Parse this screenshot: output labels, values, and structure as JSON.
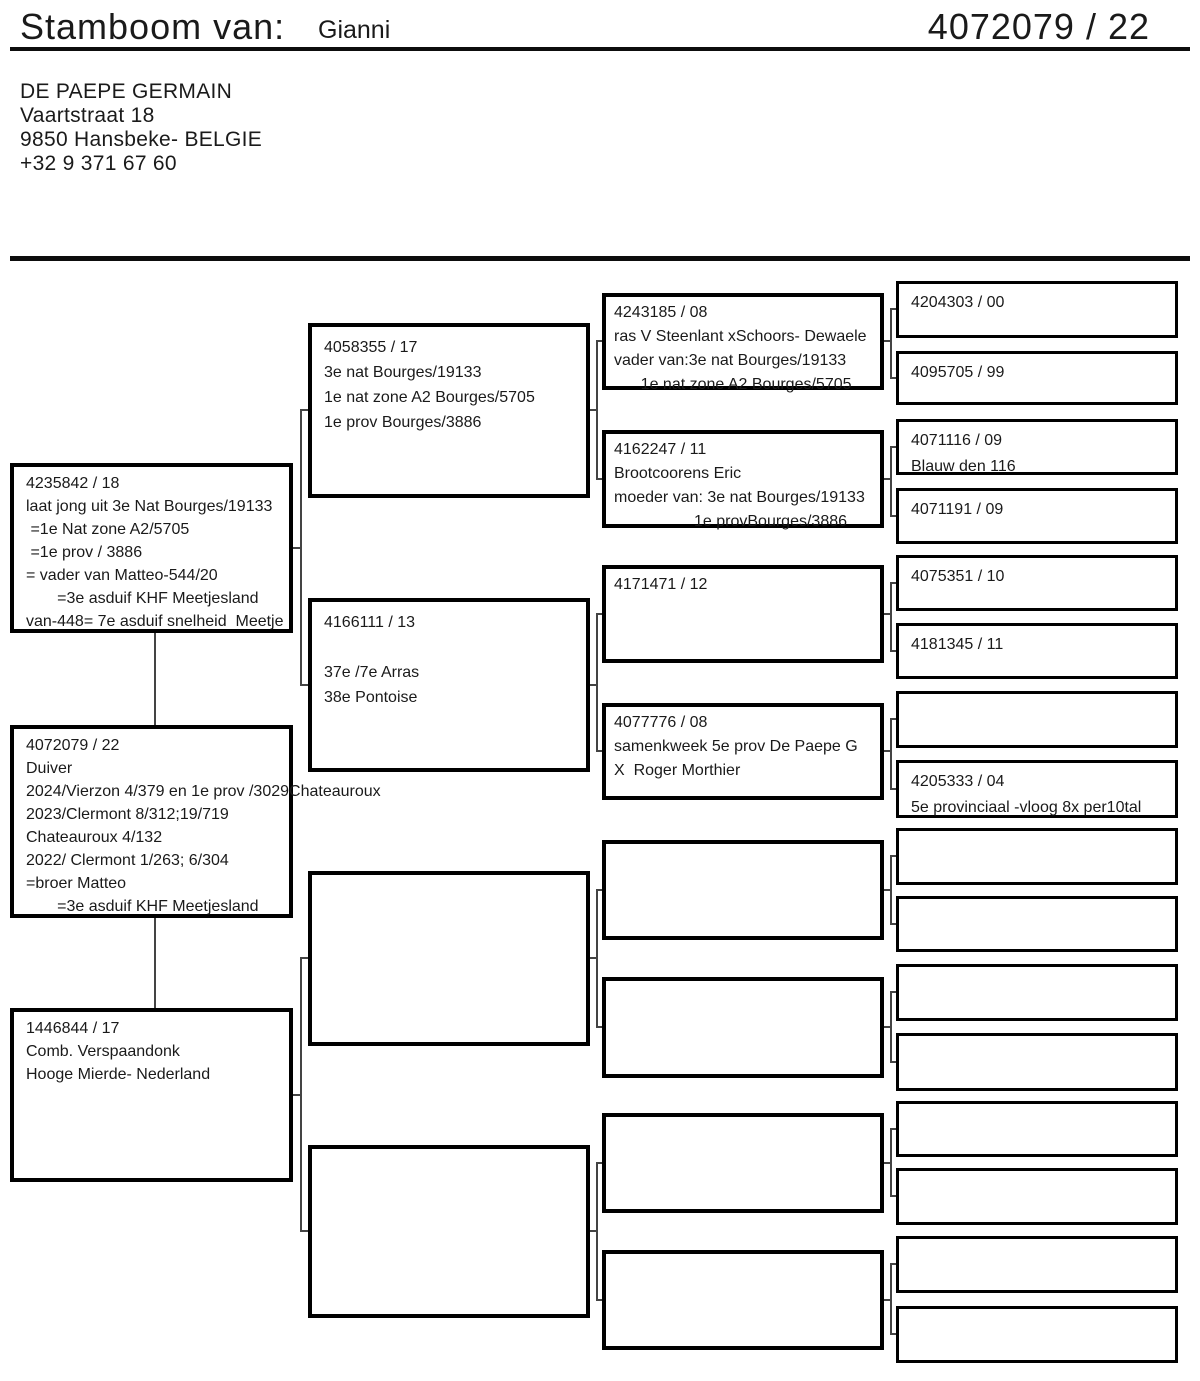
{
  "header": {
    "title": "Stamboom van:",
    "subject_name": "Gianni",
    "ring_number": "4072079 / 22",
    "owner": {
      "name": "DE PAEPE GERMAIN",
      "street": "Vaartstraat 18",
      "city": "9850 Hansbeke- BELGIE",
      "phone": "+32 9 371 67 60"
    }
  },
  "tree": {
    "boxes": {
      "subject": {
        "role": "subject pigeon",
        "lines": [
          "4072079 / 22",
          "Duiver",
          "2024/Vierzon 4/379 en 1e prov /3029Chateauroux",
          "2023/Clermont 8/312;19/719",
          "Chateauroux 4/132",
          "2022/ Clermont 1/263; 6/304",
          "=broer Matteo",
          "       =3e asduif KHF Meetjesland"
        ]
      },
      "sire": {
        "role": "father",
        "lines": [
          "4235842 / 18",
          "laat jong uit 3e Nat Bourges/19133",
          " =1e Nat zone A2/5705",
          " =1e prov / 3886",
          "= vader van Matteo-544/20",
          "       =3e asduif KHF Meetjesland",
          "van-448= 7e asduif snelheid  Meetje"
        ]
      },
      "dam": {
        "role": "mother",
        "lines": [
          "1446844 / 17",
          "Comb. Verspaandonk",
          "Hooge Mierde- Nederland"
        ]
      },
      "sire-sire": {
        "role": "paternal grandfather",
        "lines": [
          "4058355 / 17",
          "3e nat Bourges/19133",
          "1e nat zone A2 Bourges/5705",
          "1e prov Bourges/3886"
        ]
      },
      "sire-dam": {
        "role": "paternal grandmother",
        "lines": [
          "4166111 / 13",
          "",
          "37e /7e Arras",
          "38e Pontoise"
        ]
      },
      "dam-sire": {
        "role": "maternal grandfather",
        "lines": []
      },
      "dam-dam": {
        "role": "maternal grandmother",
        "lines": []
      },
      "g3-1": {
        "role": "great-grandparent",
        "lines": [
          "4243185 / 08",
          "ras V Steenlant xSchoors- Dewaele",
          "vader van:3e nat Bourges/19133",
          "      1e nat zone A2 Bourges/5705"
        ]
      },
      "g3-2": {
        "role": "great-grandparent",
        "lines": [
          "4162247 / 11",
          "Brootcoorens Eric",
          "moeder van: 3e nat Bourges/19133",
          "                  1e provBourges/3886"
        ]
      },
      "g3-3": {
        "role": "great-grandparent",
        "lines": [
          "4171471 / 12"
        ]
      },
      "g3-4": {
        "role": "great-grandparent",
        "lines": [
          "4077776 / 08",
          "samenkweek 5e prov De Paepe G",
          "X  Roger Morthier"
        ]
      },
      "g3-5": {
        "role": "great-grandparent",
        "lines": []
      },
      "g3-6": {
        "role": "great-grandparent",
        "lines": []
      },
      "g3-7": {
        "role": "great-grandparent",
        "lines": []
      },
      "g3-8": {
        "role": "great-grandparent",
        "lines": []
      },
      "g4-1": {
        "role": "great-great-grandparent",
        "lines": [
          "4204303 / 00"
        ]
      },
      "g4-2": {
        "role": "great-great-grandparent",
        "lines": [
          "4095705 / 99"
        ]
      },
      "g4-3": {
        "role": "great-great-grandparent",
        "lines": [
          "4071116 / 09",
          "Blauw den 116"
        ]
      },
      "g4-4": {
        "role": "great-great-grandparent",
        "lines": [
          "4071191 / 09"
        ]
      },
      "g4-5": {
        "role": "great-great-grandparent",
        "lines": [
          "4075351 / 10"
        ]
      },
      "g4-6": {
        "role": "great-great-grandparent",
        "lines": [
          "4181345 / 11"
        ]
      },
      "g4-7": {
        "role": "great-great-grandparent",
        "lines": []
      },
      "g4-8": {
        "role": "great-great-grandparent",
        "lines": [
          "4205333 / 04",
          "5e provinciaal -vloog 8x per10tal"
        ]
      },
      "g4-9": {
        "role": "great-great-grandparent",
        "lines": []
      },
      "g4-10": {
        "role": "great-great-grandparent",
        "lines": []
      },
      "g4-11": {
        "role": "great-great-grandparent",
        "lines": []
      },
      "g4-12": {
        "role": "great-great-grandparent",
        "lines": []
      },
      "g4-13": {
        "role": "great-great-grandparent",
        "lines": []
      },
      "g4-14": {
        "role": "great-great-grandparent",
        "lines": []
      },
      "g4-15": {
        "role": "great-great-grandparent",
        "lines": []
      },
      "g4-16": {
        "role": "great-great-grandparent",
        "lines": []
      }
    }
  }
}
